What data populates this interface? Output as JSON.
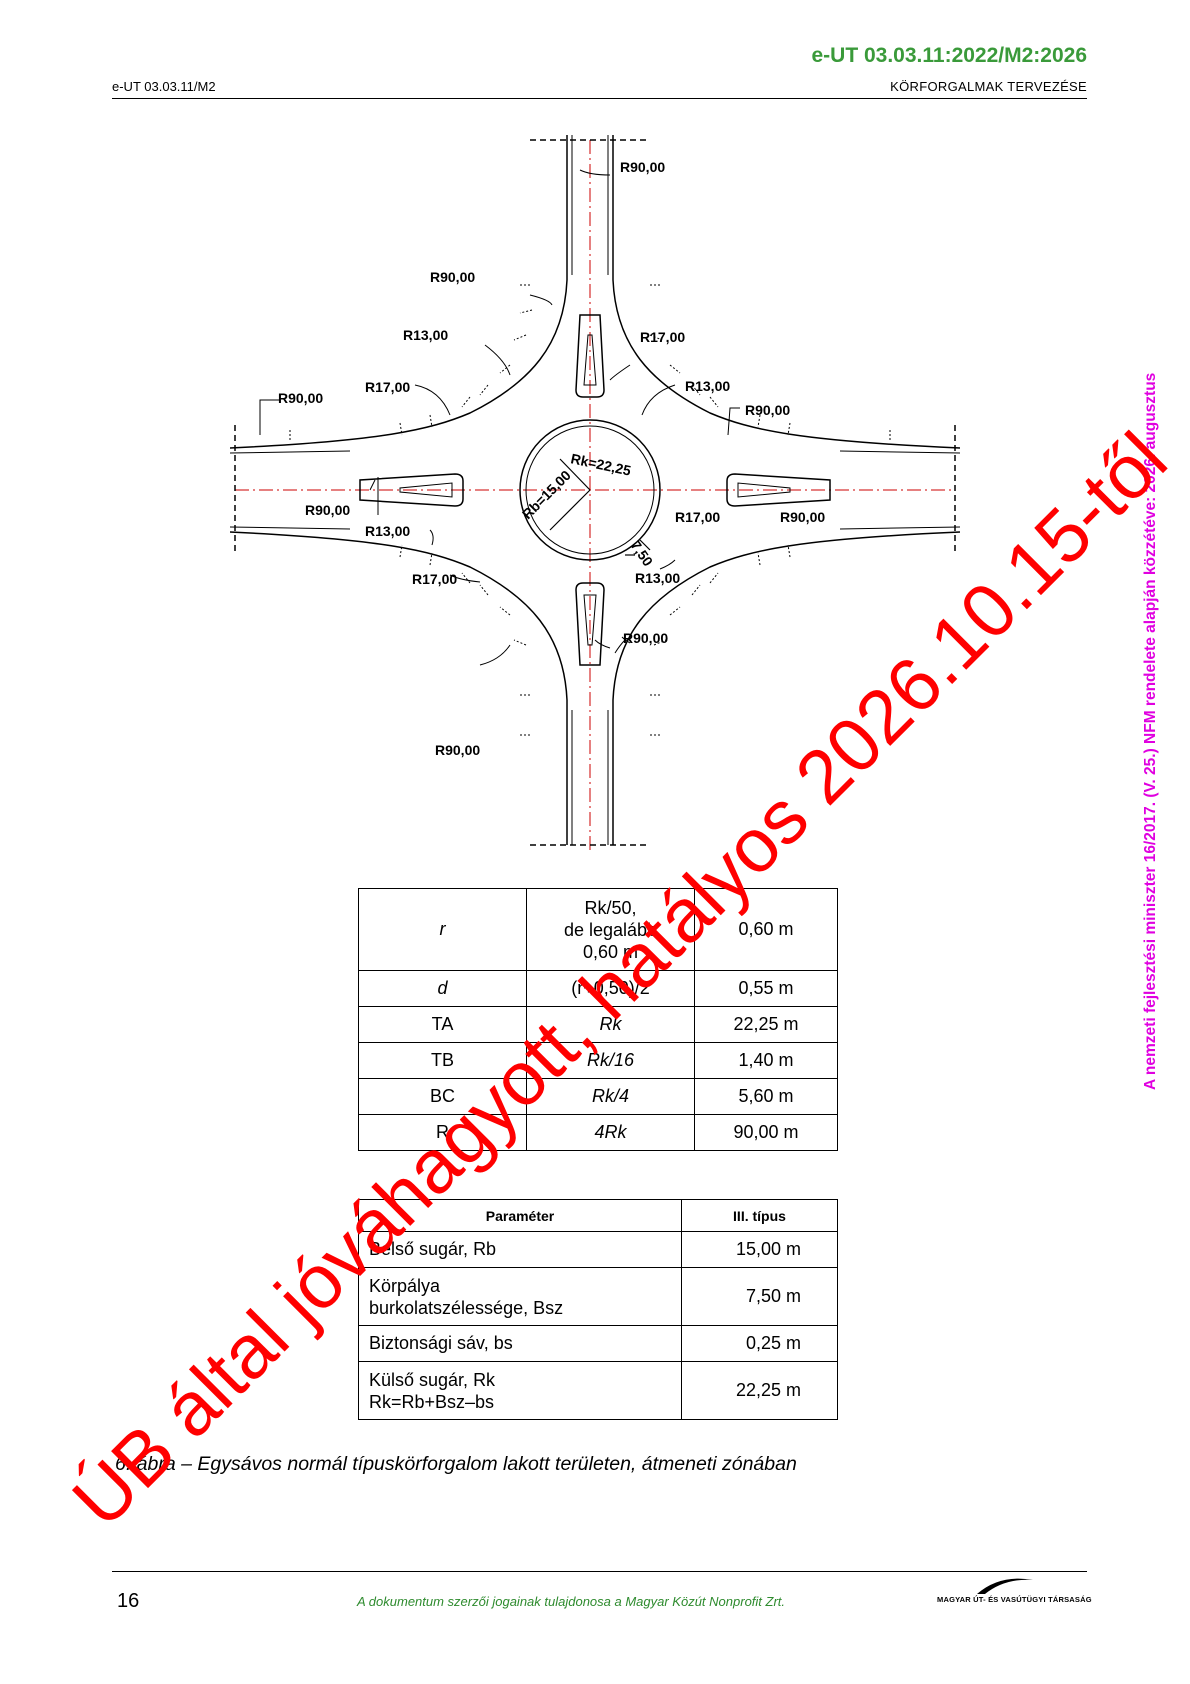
{
  "header": {
    "doc_code": "e-UT 03.03.11:2022/M2:2026",
    "left": "e-UT 03.03.11/M2",
    "right": "KÖRFORGALMAK TERVEZÉSE"
  },
  "side_notice": "A nemzeti fejlesztési miniszter 16/2017. (V. 25.) NFM rendelete alapján közzétéve: 2026. augusztus",
  "diagram": {
    "labels": {
      "r90_top_right": "R90,00",
      "r90_upper_left": "R90,00",
      "r13_upper_left": "R13,00",
      "r17_upper_right": "R17,00",
      "r17_left": "R17,00",
      "r13_right": "R13,00",
      "r90_left": "R90,00",
      "r90_right": "R90,00",
      "r90_lower_left": "R90,00",
      "r13_lower_left": "R13,00",
      "r17_lower_right": "R17,00",
      "r90_lower_right": "R90,00",
      "r17_bottom_left": "R17,00",
      "r13_bottom_right": "R13,00",
      "r90_bottom_right": "R90,00",
      "r90_bottom_left": "R90,00",
      "rb": "Rb=15,00",
      "rk": "Rk=22,25",
      "width": "7,50"
    }
  },
  "table1": {
    "rows": [
      {
        "param": "r",
        "formula_l1": "Rk/50,",
        "formula_l2": "de legalább",
        "formula_l3": "0,60 m",
        "value": "0,60 m"
      },
      {
        "param": "d",
        "formula": "(r+0,50)/2",
        "value": "0,55 m"
      },
      {
        "param": "TA",
        "formula": "Rk",
        "value": "22,25 m"
      },
      {
        "param": "TB",
        "formula": "Rk/16",
        "value": "1,40 m"
      },
      {
        "param": "BC",
        "formula": "Rk/4",
        "value": "5,60 m"
      },
      {
        "param": "R",
        "formula": "4Rk",
        "value": "90,00 m"
      }
    ]
  },
  "table2": {
    "headers": [
      "Paraméter",
      "III. típus"
    ],
    "rows": [
      {
        "param": "Belső sugár, Rb",
        "value": "15,00 m"
      },
      {
        "param_l1": "Körpálya",
        "param_l2": "burkolatszélessége, Bsz",
        "value": "7,50 m"
      },
      {
        "param": "Biztonsági sáv, bs",
        "value": "0,25 m"
      },
      {
        "param_l1": "Külső sugár, Rk",
        "param_l2": "Rk=Rb+Bsz–bs",
        "value": "22,25 m"
      }
    ]
  },
  "caption": "6. ábra – Egysávos normál típuskörforgalom lakott területen, átmeneti zónában",
  "watermark": "ÚB által jóváhagyott, hatályos 2026.10.15-től",
  "footer": {
    "page": "16",
    "copyright": "A dokumentum szerzői jogainak tulajdonosa a Magyar Közút Nonprofit Zrt.",
    "logo_text": "MAGYAR ÚT- ÉS VASÚTÜGYI TÁRSASÁG"
  },
  "colors": {
    "doc_code": "#3a9a3a",
    "side_notice": "#e000e0",
    "watermark": "#ff0000",
    "axis": "#cc0000"
  }
}
